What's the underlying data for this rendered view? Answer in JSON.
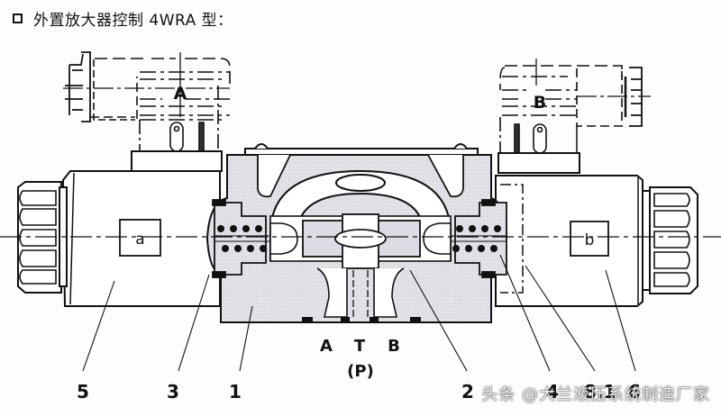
{
  "heading": {
    "bullet_icon": "hollow-square-bullet",
    "title": "外置放大器控制 4WRA 型："
  },
  "diagram": {
    "type": "valve-cross-section",
    "connectors": [
      {
        "id": "A",
        "label": "A"
      },
      {
        "id": "B",
        "label": "B"
      }
    ],
    "solenoids": [
      {
        "id": "a",
        "label": "a"
      },
      {
        "id": "b",
        "label": "b"
      }
    ],
    "ports": {
      "A": "A",
      "T": "T",
      "B": "B",
      "P": "(P)"
    },
    "callouts": [
      {
        "label": "5"
      },
      {
        "label": "3"
      },
      {
        "label": "1"
      },
      {
        "label": "2"
      },
      {
        "label": "4"
      },
      {
        "label": "8.1"
      },
      {
        "label": "6"
      }
    ]
  },
  "watermark": "头条 @大兰液压系统制造厂家",
  "colors": {
    "line": "#111111",
    "body_fill": "#e6e6ea",
    "paper": "#fdfdfb"
  }
}
